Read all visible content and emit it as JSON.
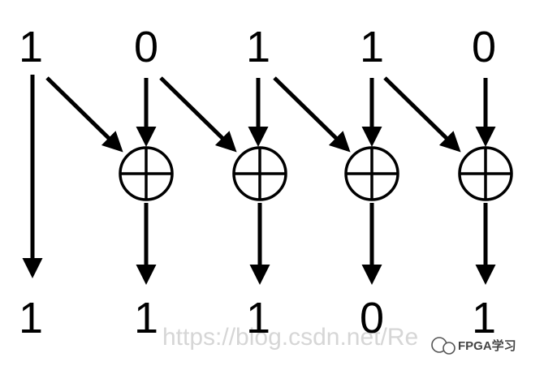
{
  "diagram": {
    "input_bits": [
      "1",
      "0",
      "1",
      "1",
      "0"
    ],
    "output_bits": [
      "1",
      "1",
      "1",
      "0",
      "1"
    ],
    "operator": "xor"
  },
  "watermark": {
    "url": "https://blog.csdn.net/Re",
    "brand": "FPGA学习"
  }
}
